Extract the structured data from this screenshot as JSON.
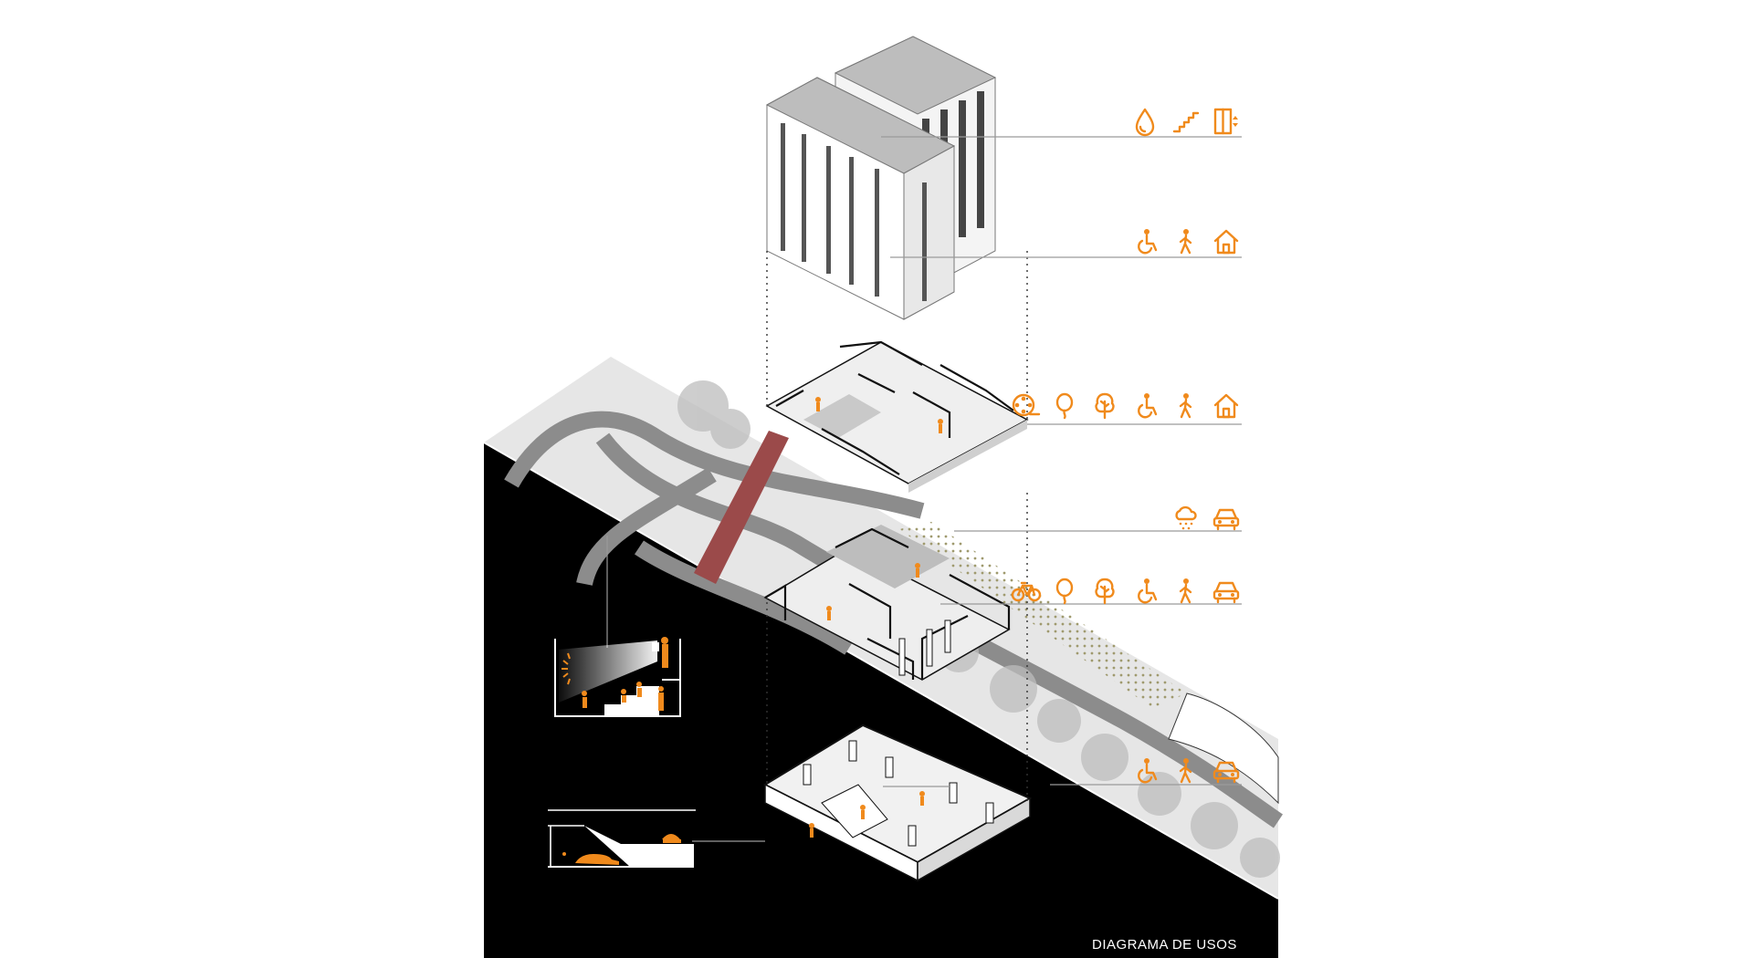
{
  "caption": "DIAGRAMA DE USOS",
  "colors": {
    "accent": "#f08a1c",
    "ground": "#000000",
    "ramp": "#9b4a4a",
    "street": "#8c8c8c",
    "leader": "#9a9a9a"
  },
  "levels": [
    {
      "id": "roof",
      "icons": [
        "water-drop-icon",
        "stairs-icon",
        "elevator-icon"
      ]
    },
    {
      "id": "tower",
      "icons": [
        "wheelchair-icon",
        "pedestrian-icon",
        "house-icon"
      ]
    },
    {
      "id": "podium-roof",
      "icons": [
        "film-reel-icon",
        "balloon-icon",
        "tree-icon",
        "wheelchair-icon",
        "pedestrian-icon",
        "house-icon"
      ]
    },
    {
      "id": "canopy",
      "icons": [
        "rain-cloud-icon",
        "car-icon"
      ]
    },
    {
      "id": "ground-floor",
      "icons": [
        "bicycle-icon",
        "balloon-icon",
        "tree-icon",
        "wheelchair-icon",
        "pedestrian-icon",
        "car-icon"
      ]
    },
    {
      "id": "street",
      "icons": [
        "wheelchair-icon",
        "pedestrian-icon",
        "car-icon"
      ]
    }
  ]
}
